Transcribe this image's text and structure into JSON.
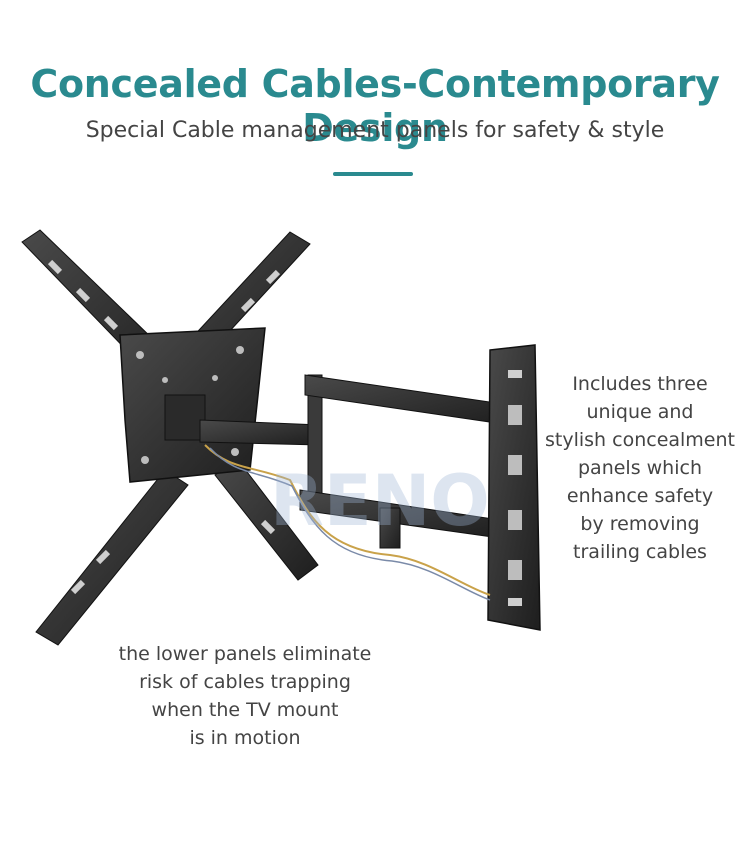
{
  "header": {
    "title": "Concealed Cables-Contemporary Design",
    "subtitle": "Special Cable management panels for safety & style"
  },
  "callouts": {
    "right": [
      "Includes three",
      "unique and",
      "stylish concealment",
      "panels which",
      "enhance safety",
      "by removing",
      "trailing cables"
    ],
    "left": [
      "the lower panels eliminate",
      "risk of cables trapping",
      "when the TV mount",
      "is in motion"
    ]
  },
  "colors": {
    "accent": "#2a8a8f",
    "metal": "#2b2b2b",
    "cable": "#c9a24a"
  }
}
